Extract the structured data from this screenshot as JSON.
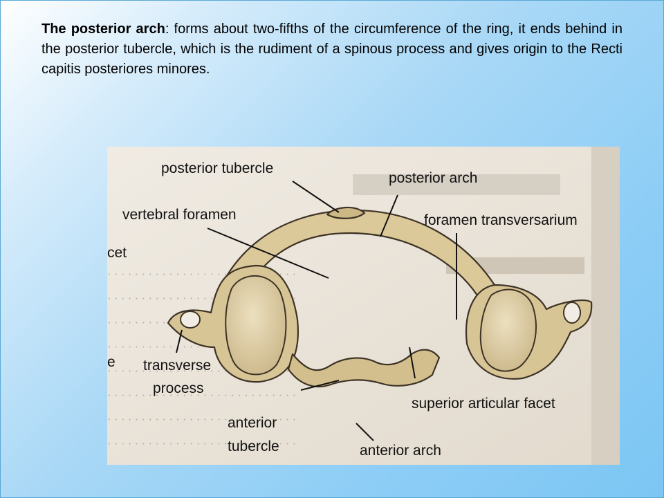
{
  "caption": {
    "term": "The posterior arch",
    "text": ": forms about two-fifths of the circumference of the ring, it ends behind in the posterior tubercle, which is the rudiment of a spinous process and gives origin to the Recti capitis posteriores minores."
  },
  "figure": {
    "labels": {
      "posterior_tubercle": "posterior tubercle",
      "posterior_arch": "posterior arch",
      "vertebral_foramen": "vertebral foramen",
      "foramen_transversarium": "foramen transversarium",
      "facet_fragment": "cet",
      "e_fragment": "e",
      "transverse_line1": "transverse",
      "transverse_line2": "process",
      "superior_articular_facet": "superior articular facet",
      "anterior_tubercle_line1": "anterior",
      "anterior_tubercle_line2": "tubercle",
      "anterior_arch": "anterior arch"
    },
    "colors": {
      "paper": "#ece6dc",
      "bone": "#dcc99a",
      "bone_shadow": "#bda875",
      "outline": "#3d3326"
    }
  }
}
